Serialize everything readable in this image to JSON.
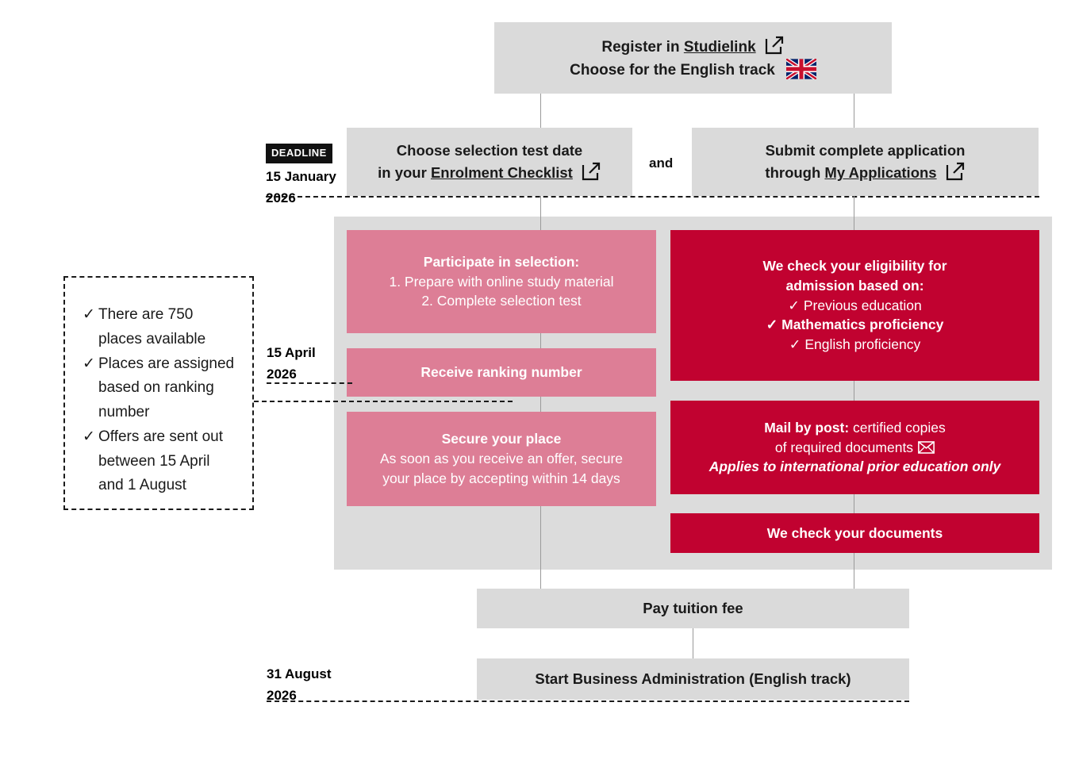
{
  "diagram": {
    "title": "Business Administration (English track) admission timeline",
    "colors": {
      "gray": "#dadada",
      "panel_gray": "#dcdcdc",
      "pink": "#dd7e96",
      "crimson": "#c10230",
      "text_dark": "#1a1a1a",
      "text_light": "#ffffff",
      "connector": "#9a9a9a"
    }
  },
  "register": {
    "line1_pre": "Register in ",
    "line1_link": "Studielink",
    "line2": "Choose for the English track",
    "external_icon": "external-link-icon",
    "flag_icon": "uk-flag-icon"
  },
  "deadline_january": {
    "badge": "DEADLINE",
    "date": "15 January",
    "year": "2026"
  },
  "selection_test": {
    "line1": "Choose selection test date",
    "line2_pre": "in your ",
    "line2_link": "Enrolment Checklist",
    "external_icon": "external-link-icon"
  },
  "conjunction": "and",
  "submit_application": {
    "line1": "Submit complete application",
    "line2_pre": "through ",
    "line2_link": "My Applications",
    "external_icon": "external-link-icon"
  },
  "participate": {
    "title": "Participate in selection:",
    "step1": "1. Prepare with online study material",
    "step2": "2. Complete selection test"
  },
  "ranking": {
    "title": "Receive ranking number"
  },
  "secure": {
    "title": "Secure your place",
    "line1": "As soon as you receive an offer, secure",
    "line2": "your place by accepting within 14 days"
  },
  "eligibility": {
    "title_line1": "We check your eligibility for",
    "title_line2": "admission based on:",
    "items": [
      "Previous education",
      "Mathematics proficiency",
      "English proficiency"
    ],
    "tick": "✓"
  },
  "mail_by_post": {
    "line1_bold": "Mail by post:",
    "line1_rest": " certified copies",
    "line2": "of required documents",
    "mail_icon": "envelope-icon",
    "note": "Applies to international prior education only"
  },
  "check_documents": {
    "title": "We check your documents"
  },
  "deadline_april": {
    "date": "15 April",
    "year": "2026"
  },
  "info_panel": {
    "tick": "✓",
    "items": [
      "There are 750 places available",
      "Places are assigned based on ranking number",
      "Offers are sent out between 15 April and 1 August"
    ]
  },
  "pay_tuition": {
    "title": "Pay tuition fee"
  },
  "deadline_august": {
    "date": "31 August",
    "year": "2026"
  },
  "start_programme": {
    "title": "Start Business Administration (English track)"
  }
}
